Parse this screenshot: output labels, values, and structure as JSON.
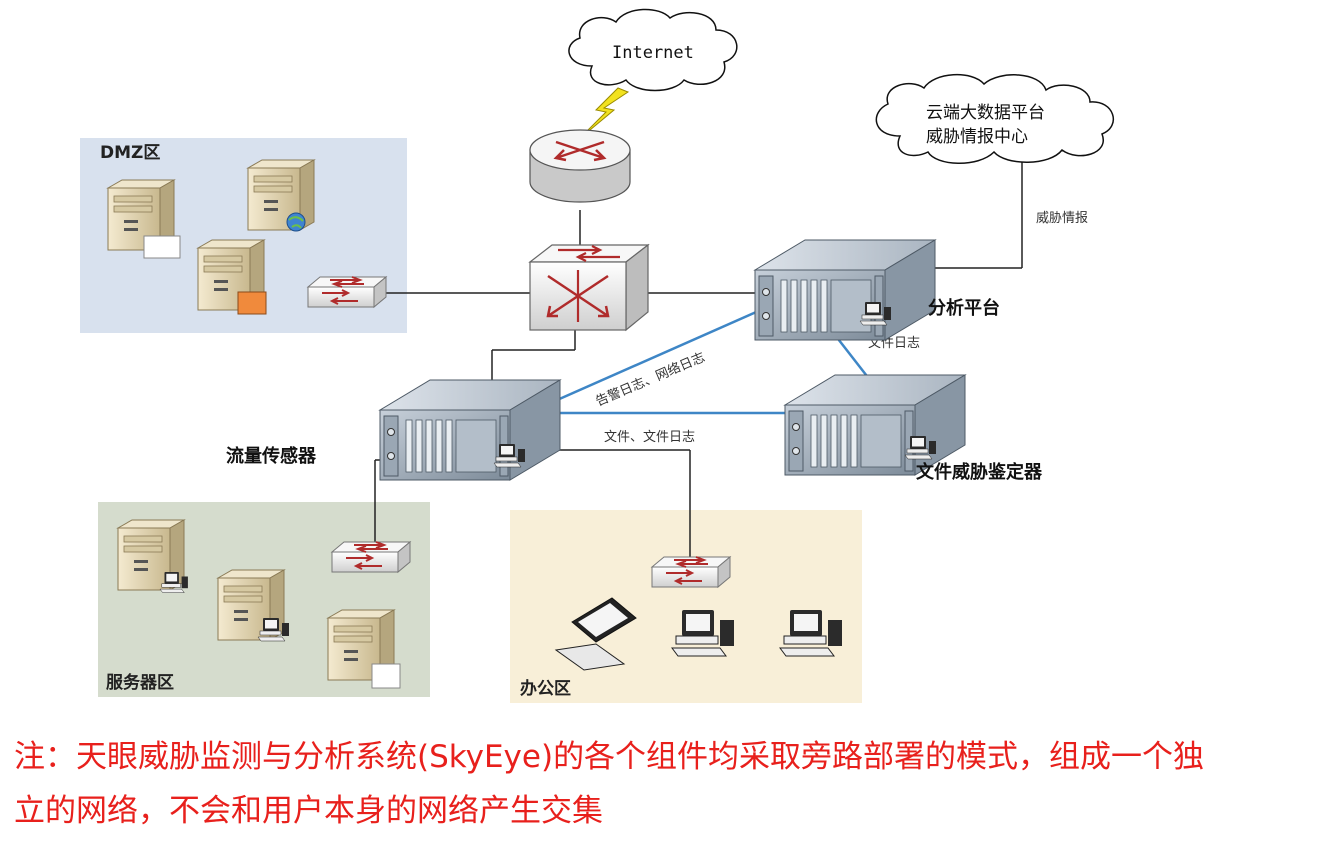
{
  "clouds": {
    "internet": "Internet",
    "cloud_platform_line1": "云端大数据平台",
    "cloud_platform_line2": "威胁情报中心"
  },
  "zones": {
    "dmz": "DMZ区",
    "server": "服务器区",
    "office": "办公区"
  },
  "devices": {
    "analysis_platform": "分析平台",
    "traffic_sensor": "流量传感器",
    "file_threat_appraiser": "文件威胁鉴定器"
  },
  "edges": {
    "threat_intel": "威胁情报",
    "file_log": "文件日志",
    "alert_network_log": "告警日志、网络日志",
    "file_and_file_log": "文件、文件日志"
  },
  "note": {
    "line1": "注：天眼威胁监测与分析系统(SkyEye)的各个组件均采取旁路部署的模式，组成一个独",
    "line2": "立的网络，不会和用户本身的网络产生交集"
  },
  "colors": {
    "dmz_zone": "#d8e1ee",
    "server_zone": "#d5dccd",
    "office_zone": "#f8efd8",
    "arrow_blue": "#3e86c6",
    "note_red": "#e8201c"
  }
}
